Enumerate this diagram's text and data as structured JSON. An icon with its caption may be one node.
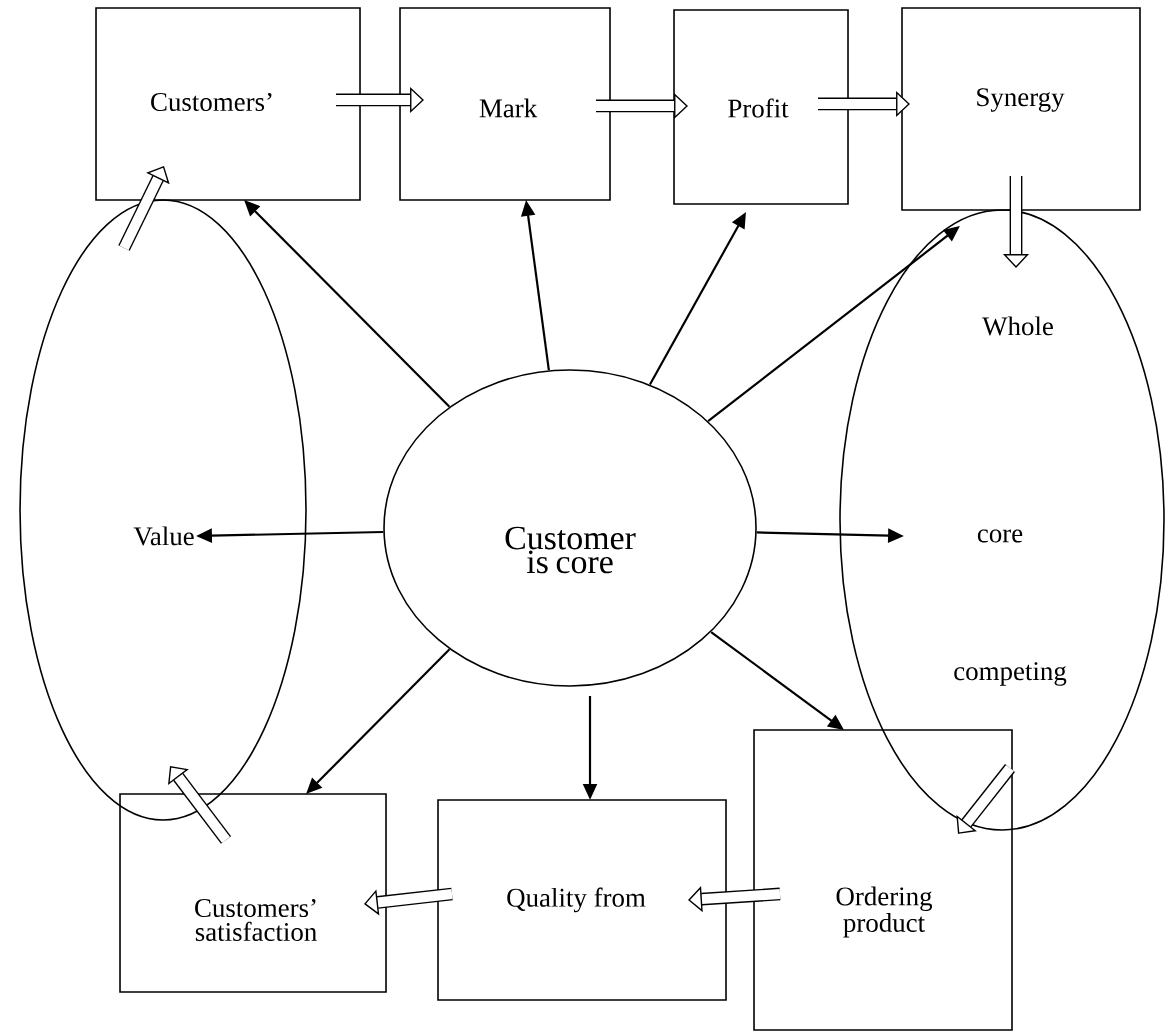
{
  "diagram": {
    "nodes": [
      {
        "text": [
          "Customers’"
        ]
      },
      {
        "text": [
          "Mark"
        ]
      },
      {
        "text": [
          "Profit"
        ]
      },
      {
        "text": [
          "Synergy"
        ]
      },
      {
        "text": [
          "Customer is core"
        ]
      },
      {
        "text": [
          "Value"
        ]
      },
      {
        "text": [
          "Whole",
          "core",
          "competing"
        ]
      },
      {
        "text": [
          "Customers’ satisfaction"
        ]
      },
      {
        "text": [
          "Quality from"
        ]
      },
      {
        "text": [
          "Ordering product"
        ]
      }
    ],
    "edges": [
      {
        "from": 4,
        "to": 0,
        "arrow": "to"
      },
      {
        "from": 4,
        "to": 1,
        "arrow": "to"
      },
      {
        "from": 4,
        "to": 2,
        "arrow": "to"
      },
      {
        "from": 4,
        "to": 3,
        "arrow": "to"
      },
      {
        "from": 4,
        "to": 5,
        "arrow": "to"
      },
      {
        "from": 4,
        "to": 6,
        "arrow": "to"
      },
      {
        "from": 4,
        "to": 7,
        "arrow": "to"
      },
      {
        "from": 4,
        "to": 8,
        "arrow": "to"
      },
      {
        "from": 4,
        "to": 9,
        "arrow": "to"
      },
      {
        "from": 0,
        "to": 1,
        "arrow": "to",
        "style": "thick"
      },
      {
        "from": 1,
        "to": 2,
        "arrow": "to",
        "style": "thick"
      },
      {
        "from": 2,
        "to": 3,
        "arrow": "to",
        "style": "thick"
      },
      {
        "from": 3,
        "to": 6,
        "arrow": "to",
        "style": "thick"
      },
      {
        "from": 6,
        "to": 9,
        "arrow": "to",
        "style": "thick"
      },
      {
        "from": 9,
        "to": 8,
        "arrow": "to",
        "style": "thick"
      },
      {
        "from": 8,
        "to": 7,
        "arrow": "to",
        "style": "thick"
      },
      {
        "from": 7,
        "to": 5,
        "arrow": "to",
        "style": "thick"
      },
      {
        "from": 5,
        "to": 0,
        "arrow": "to",
        "style": "thick"
      }
    ]
  }
}
